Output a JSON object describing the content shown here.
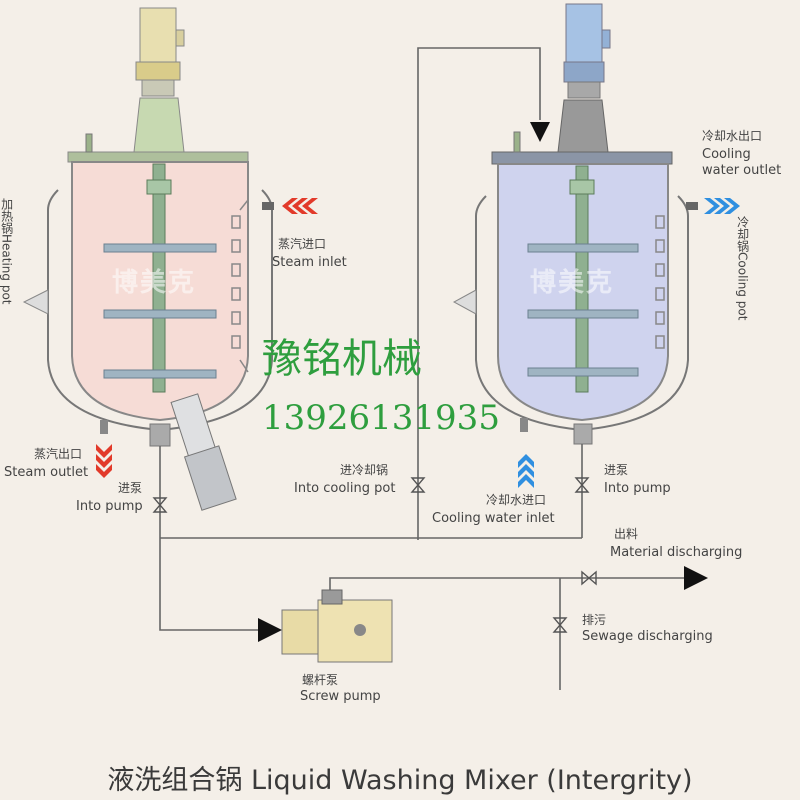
{
  "diagram": {
    "title": "液洗组合锅 Liquid Washing Mixer (Intergrity)",
    "watermark": {
      "company": "豫铭机械",
      "phone": "13926131935"
    },
    "brand_marks": [
      "博美克",
      "博美克"
    ],
    "labels": {
      "heating_pot": "加热锅Heating pot",
      "cooling_pot": "冷却锅Cooling pot",
      "steam_inlet_cn": "蒸汽进口",
      "steam_inlet_en": "Steam inlet",
      "steam_outlet_cn": "蒸汽出口",
      "steam_outlet_en": "Steam outlet",
      "into_pump_left_cn": "进泵",
      "into_pump_left_en": "Into pump",
      "into_cooling_cn": "进冷却锅",
      "into_cooling_en": "Into cooling pot",
      "cooling_in_cn": "冷却水进口",
      "cooling_in_en": "Cooling water inlet",
      "into_pump_right_cn": "进泵",
      "into_pump_right_en": "Into pump",
      "cooling_out_cn": "冷却水出口",
      "cooling_out_en1": "Cooling",
      "cooling_out_en2": "water outlet",
      "material_cn": "出料",
      "material_en": "Material discharging",
      "sewage_cn": "排污",
      "sewage_en": "Sewage discharging",
      "screw_pump_cn": "螺杆泵",
      "screw_pump_en": "Screw pump"
    },
    "colors": {
      "heating_tank": "#f6dcd6",
      "cooling_tank": "#cfd3ee",
      "steam_arrow": "#e23a2a",
      "water_arrow": "#2f8fe0",
      "pipe": "#666666",
      "watermark": "#2e9e3e"
    }
  }
}
